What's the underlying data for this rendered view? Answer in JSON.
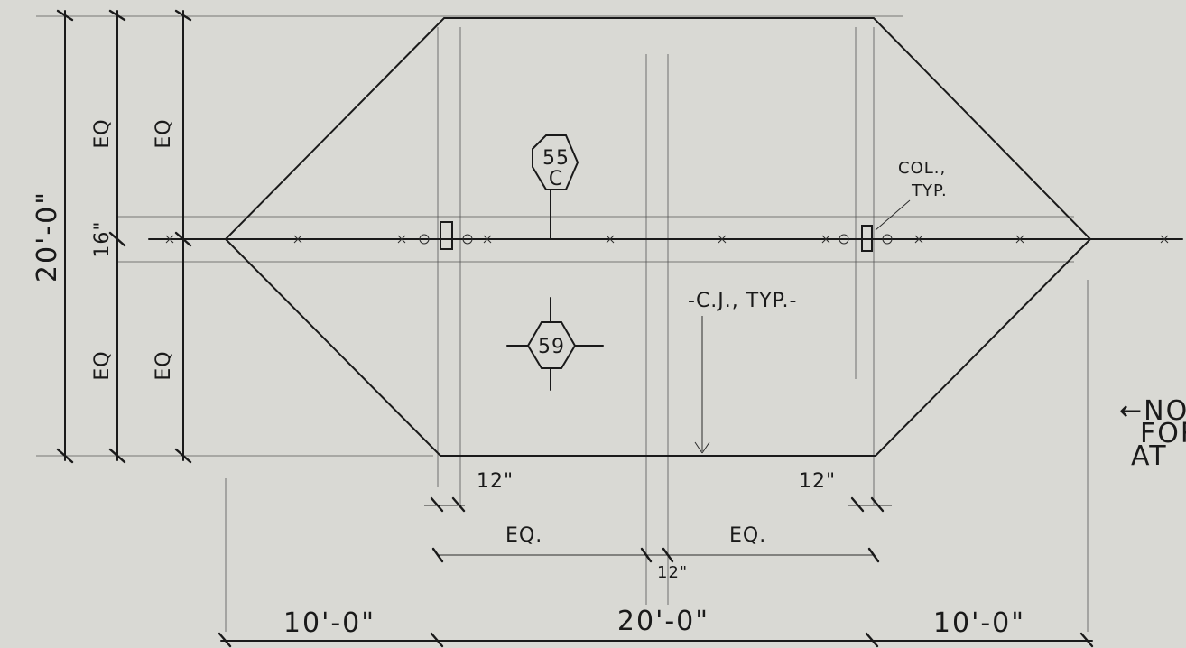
{
  "drawing": {
    "paper_color": "#d9d9d4",
    "ink_color": "#1a1a1a",
    "overall_width_label": "20'-0\"",
    "vert_dim": {
      "total": "20'-0\"",
      "middle": "16\"",
      "upper_outer": "EQ",
      "upper_inner": "EQ",
      "lower_outer": "EQ",
      "lower_inner": "EQ"
    },
    "tags": {
      "upper_top": "55",
      "upper_bottom": "C",
      "lower": "59"
    },
    "notes": {
      "col": "COL.,",
      "col_typ": "TYP.",
      "cj": "-C.J., TYP.-",
      "side_line1": "←NOT",
      "side_line2": "FOR",
      "side_line3": "AT"
    },
    "bottom_dims": {
      "left": "10'-0\"",
      "middle": "20'-0\"",
      "right": "10'-0\"",
      "eq_left": "EQ.",
      "eq_right": "EQ.",
      "twelve_left": "12\"",
      "twelve_right": "12\"",
      "twelve_center": "12\""
    }
  }
}
